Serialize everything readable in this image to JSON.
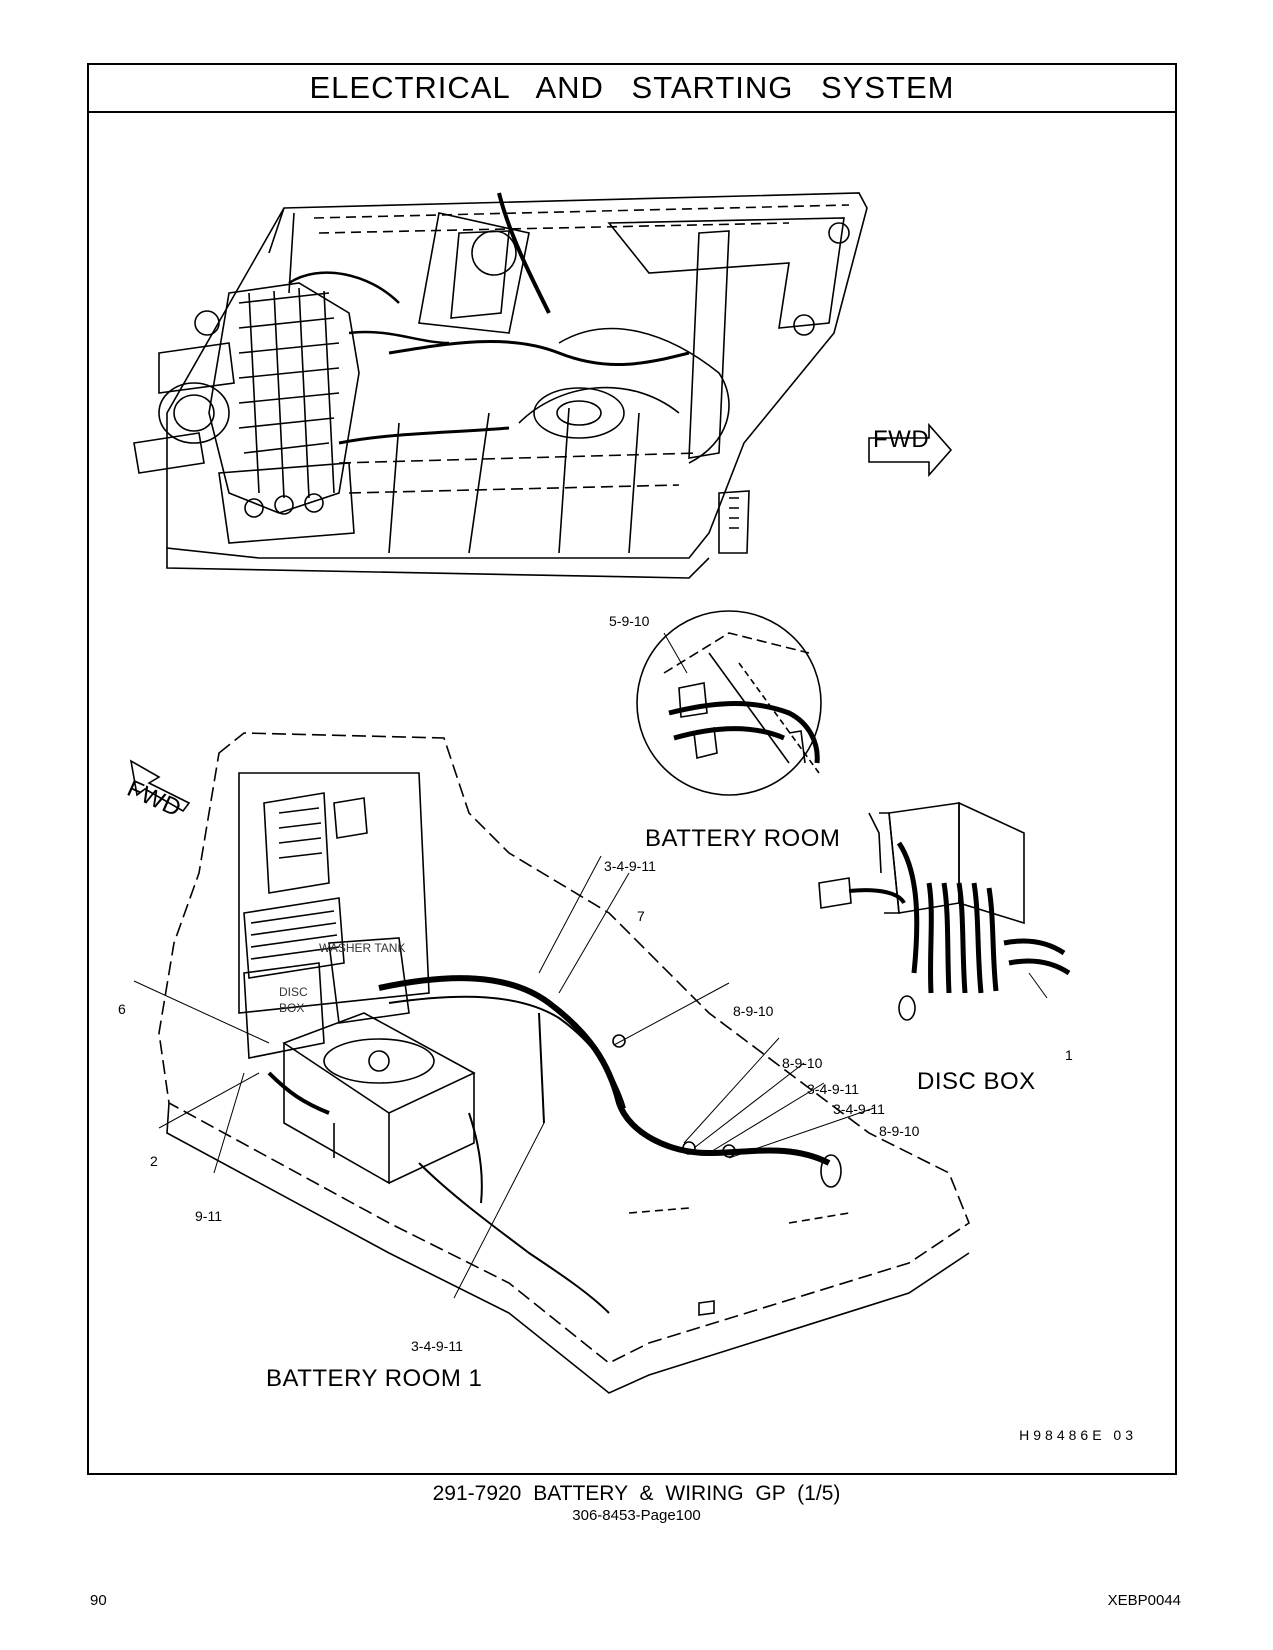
{
  "page": {
    "title": "ELECTRICAL AND STARTING SYSTEM",
    "caption_main": "291-7920 BATTERY & WIRING GP (1/5)",
    "caption_sub": "306-8453-Page100",
    "page_number": "90",
    "document_id": "XEBP0044",
    "figure_code": "H98486E 03"
  },
  "labels": {
    "fwd_top": "FWD",
    "fwd_left": "FWD",
    "battery_room": "BATTERY ROOM",
    "battery_room_1": "BATTERY ROOM 1",
    "disc_box_view": "DISC BOX",
    "washer_tank": "WASHER TANK",
    "disc_box_line1": "DISC",
    "disc_box_line2": "BOX",
    "callouts": {
      "c_5_9_10": "5-9-10",
      "c_3_4_9_11_a": "3-4-9-11",
      "c_7": "7",
      "c_8_9_10_a": "8-9-10",
      "c_6": "6",
      "c_8_9_10_b": "8-9-10",
      "c_3_4_9_11_b": "3-4-9-11",
      "c_3_4_9_11_c": "3-4-9-11",
      "c_8_9_10_c": "8-9-10",
      "c_1": "1",
      "c_2": "2",
      "c_9_11": "9-11",
      "c_3_4_9_11_d": "3-4-9-11"
    }
  }
}
